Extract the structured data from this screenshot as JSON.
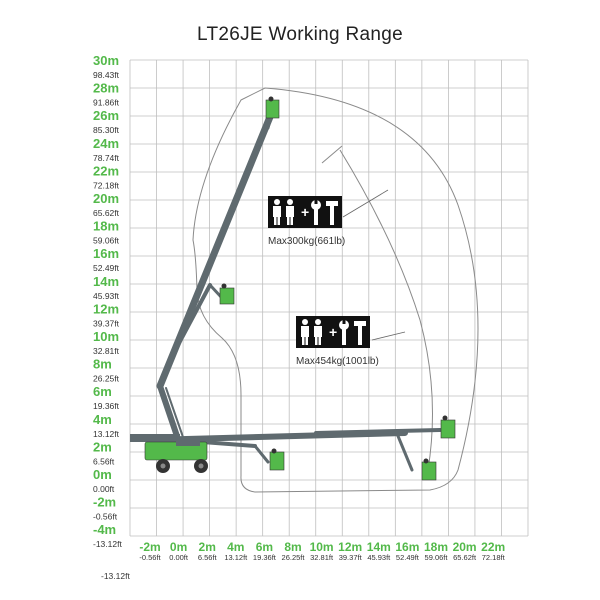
{
  "title": "LT26JE  Working Range",
  "colors": {
    "accent_green": "#53b94a",
    "boom_gray": "#5f6a6f",
    "grid": "#bfbfbf",
    "envelope": "#8a8a8a"
  },
  "y_axis": {
    "metres": [
      "30m",
      "28m",
      "26m",
      "24m",
      "22m",
      "20m",
      "18m",
      "16m",
      "14m",
      "12m",
      "10m",
      "8m",
      "6m",
      "4m",
      "2m",
      "0m",
      "-2m",
      "-4m"
    ],
    "feet": [
      "98.43ft",
      "91.86ft",
      "85.30ft",
      "78.74ft",
      "72.18ft",
      "65.62ft",
      "59.06ft",
      "52.49ft",
      "45.93ft",
      "39.37ft",
      "32.81ft",
      "26.25ft",
      "19.36ft",
      "13.12ft",
      "6.56ft",
      "0.00ft",
      "-0.56ft",
      "-13.12ft"
    ],
    "extra_feet": "-13.12ft"
  },
  "x_axis": {
    "metres": [
      "-2m",
      "0m",
      "2m",
      "4m",
      "6m",
      "8m",
      "10m",
      "12m",
      "14m",
      "16m",
      "18m",
      "20m",
      "22m"
    ],
    "feet": [
      "-0.56ft",
      "0.00ft",
      "6.56ft",
      "13.12ft",
      "19.36ft",
      "26.25ft",
      "32.81ft",
      "39.37ft",
      "45.93ft",
      "52.49ft",
      "59.06ft",
      "65.62ft",
      "72.18ft"
    ]
  },
  "zones": [
    {
      "icon": "two-persons-plus-tools-icon",
      "capacity": "Max300kg(661lb)"
    },
    {
      "icon": "two-persons-plus-tools-icon",
      "capacity": "Max454kg(1001lb)"
    }
  ]
}
